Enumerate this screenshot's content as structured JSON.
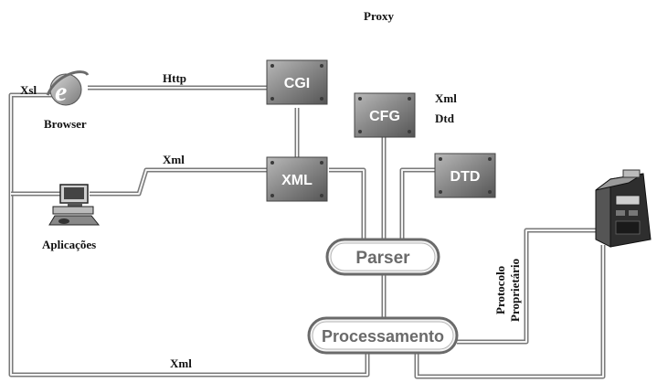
{
  "title": "Proxy",
  "nodes": {
    "cgi": "CGI",
    "xml": "XML",
    "cfg": "CFG",
    "dtd": "DTD",
    "parser": "Parser",
    "processamento": "Processamento"
  },
  "labels": {
    "browser": "Browser",
    "aplicacoes": "Aplicações",
    "xsl": "Xsl",
    "http": "Http",
    "xml_apps": "Xml",
    "cfg_xml": "Xml",
    "cfg_dtd": "Dtd",
    "protocolo": "Protocolo",
    "proprietario": "Proprietário",
    "xml_bottom": "Xml"
  },
  "icons": {
    "browser": "internet-explorer-icon",
    "aplicacoes": "computer-workstation-icon",
    "device": "hardware-device-icon"
  }
}
